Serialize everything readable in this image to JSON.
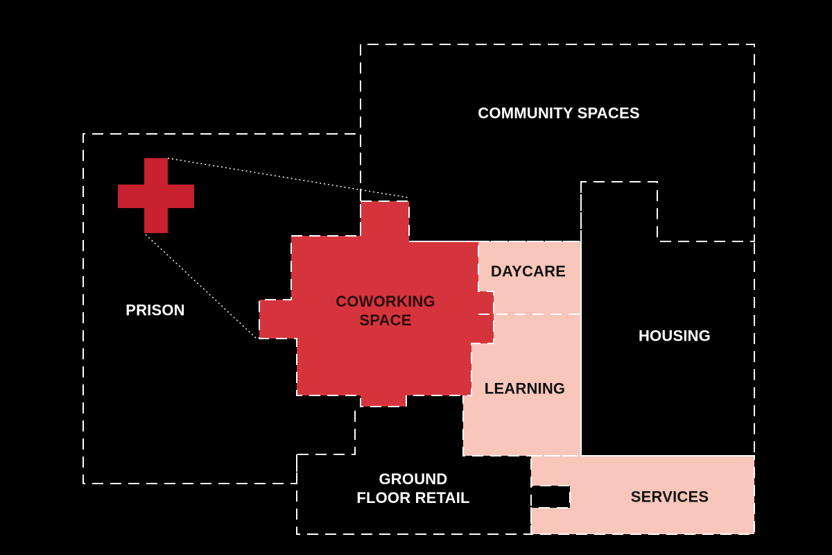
{
  "diagram": {
    "zones": [
      {
        "id": "community",
        "label": "COMMUNITY SPACES"
      },
      {
        "id": "prison",
        "label": "PRISON"
      },
      {
        "id": "coworking",
        "label": "COWORKING\nSPACE"
      },
      {
        "id": "daycare",
        "label": "DAYCARE"
      },
      {
        "id": "learning",
        "label": "LEARNING"
      },
      {
        "id": "housing",
        "label": "HOUSING"
      },
      {
        "id": "retail",
        "label": "GROUND\nFLOOR RETAIL"
      },
      {
        "id": "services",
        "label": "SERVICES"
      }
    ],
    "colors": {
      "background": "#000000",
      "dashed_outline": "#ffffff",
      "coworking_fill": "#d6343c",
      "cross_fill": "#c8202e",
      "pink_fill": "#f8c6ba"
    },
    "icons": [
      "red-cross-icon"
    ]
  }
}
